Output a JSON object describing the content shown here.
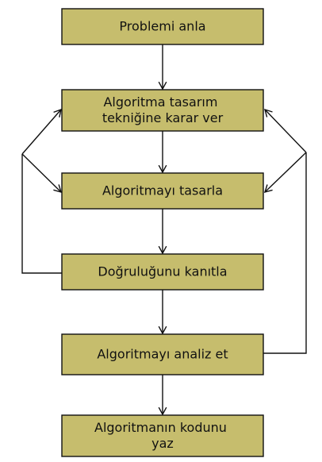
{
  "flowchart": {
    "nodes": [
      {
        "id": "understand",
        "lines": [
          "Problemi anla"
        ]
      },
      {
        "id": "choose-technique",
        "lines": [
          "Algoritma tasarım",
          "tekniğine karar ver"
        ]
      },
      {
        "id": "design",
        "lines": [
          "Algoritmayı tasarla"
        ]
      },
      {
        "id": "prove",
        "lines": [
          "Doğruluğunu kanıtla"
        ]
      },
      {
        "id": "analyze",
        "lines": [
          "Algoritmayı analiz et"
        ]
      },
      {
        "id": "code",
        "lines": [
          "Algoritmanın kodunu",
          "yaz"
        ]
      }
    ],
    "edges": [
      {
        "from": "understand",
        "to": "choose-technique"
      },
      {
        "from": "choose-technique",
        "to": "design"
      },
      {
        "from": "design",
        "to": "prove"
      },
      {
        "from": "prove",
        "to": "analyze"
      },
      {
        "from": "analyze",
        "to": "code"
      },
      {
        "from": "prove",
        "to": "choose-technique",
        "kind": "feedback-left"
      },
      {
        "from": "prove",
        "to": "design",
        "kind": "feedback-left"
      },
      {
        "from": "analyze",
        "to": "choose-technique",
        "kind": "feedback-right"
      },
      {
        "from": "analyze",
        "to": "design",
        "kind": "feedback-right"
      }
    ],
    "colors": {
      "node_fill": "#c6bd6d",
      "stroke": "#111111",
      "background": "#ffffff"
    }
  }
}
